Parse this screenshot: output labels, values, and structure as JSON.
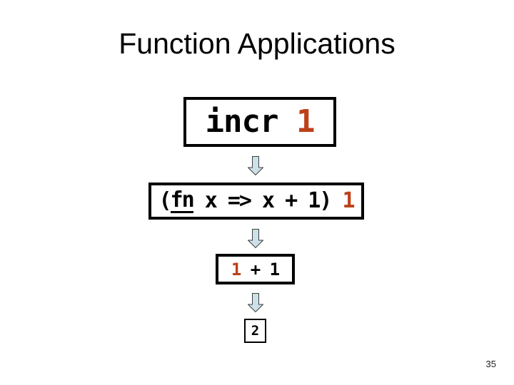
{
  "slide": {
    "title": "Function Applications",
    "page_number": "35"
  },
  "colors": {
    "accent_red": "#BC411A",
    "arrow_fill": "#CBE1E7",
    "arrow_stroke": "#3F3F3F",
    "box_border": "#000000",
    "background": "#FFFFFF"
  },
  "icons": {
    "down_arrow": "down-arrow-icon"
  },
  "steps": [
    {
      "name": "application",
      "parts": [
        {
          "text": "incr "
        },
        {
          "text": "1",
          "red": true
        }
      ]
    },
    {
      "name": "substitution",
      "parts": [
        {
          "text": "("
        },
        {
          "text": "fn",
          "underline": true
        },
        {
          "text": " x => x + 1) "
        },
        {
          "text": "1",
          "red": true
        }
      ]
    },
    {
      "name": "evaluation",
      "parts": [
        {
          "text": "1",
          "red": true
        },
        {
          "text": " + 1"
        }
      ]
    },
    {
      "name": "result",
      "parts": [
        {
          "text": "2"
        }
      ]
    }
  ]
}
